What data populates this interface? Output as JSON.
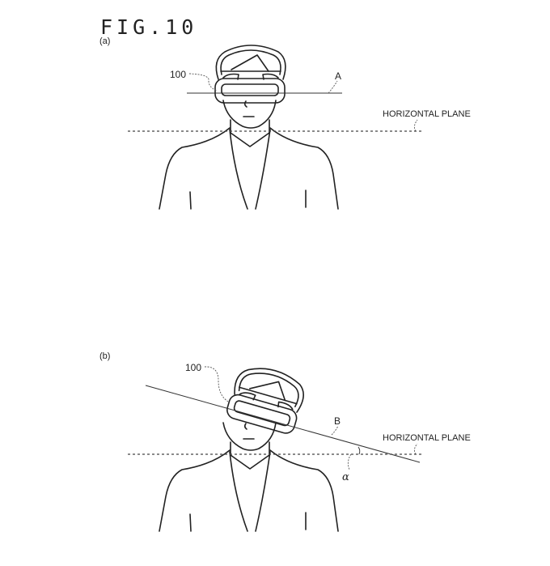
{
  "figure_title": "FIG.10",
  "panels": [
    {
      "label": "(a)",
      "device_ref": "100",
      "axis_label": "A",
      "plane_label": "HORIZONTAL PLANE"
    },
    {
      "label": "(b)",
      "device_ref": "100",
      "axis_label": "B",
      "plane_label": "HORIZONTAL PLANE",
      "angle_label": "α"
    }
  ]
}
